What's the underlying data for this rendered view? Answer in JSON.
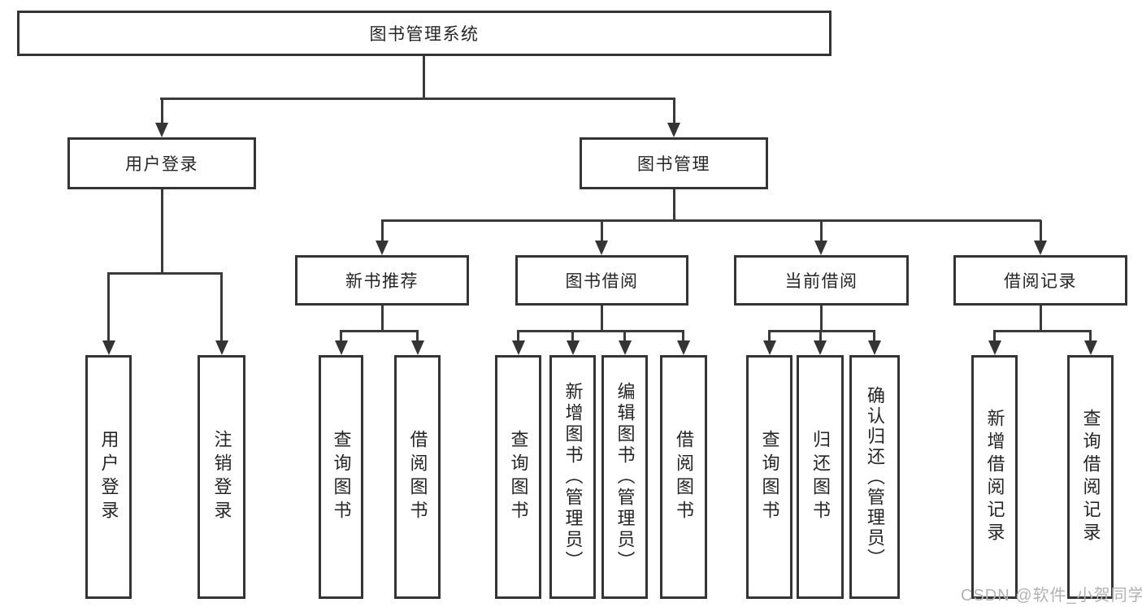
{
  "diagram": {
    "root": "图书管理系统",
    "level2": {
      "user_login": "用户登录",
      "book_management": "图书管理"
    },
    "level3": {
      "new_book_recommend": "新书推荐",
      "book_borrow": "图书借阅",
      "current_borrow": "当前借阅",
      "borrow_record": "借阅记录"
    },
    "leaves": {
      "user_login": "用户登录",
      "logout": "注销登录",
      "nb_query_book": "查询图书",
      "nb_borrow_book": "借阅图书",
      "bb_query_book": "查询图书",
      "bb_add_book_admin": "新增图书（管理员）",
      "bb_edit_book_admin": "编辑图书（管理员）",
      "bb_borrow_book": "借阅图书",
      "cb_query_book": "查询图书",
      "cb_return_book": "归还图书",
      "cb_confirm_return_admin": "确认归还（管理员）",
      "br_add_record": "新增借阅记录",
      "br_query_record": "查询借阅记录"
    }
  },
  "watermark": "CSDN @软件_小贺同学",
  "colors": {
    "line": "#3a3a3a",
    "border": "#343434",
    "text": "#252525",
    "background": "#ffffff",
    "watermark": "#b2b2b2"
  }
}
